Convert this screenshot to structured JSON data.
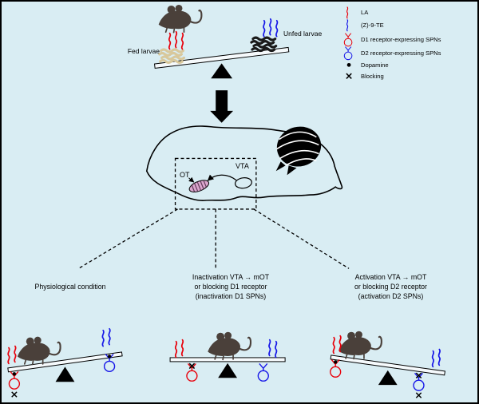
{
  "colors": {
    "background": "#d9edf3",
    "la": "#e8000b",
    "zte": "#1717e8",
    "fed": "#d8c89c",
    "unfed": "#1a1a1a",
    "ink": "#000000",
    "mouse": "#4a403a",
    "ot": "#dba6ce",
    "otStripe": "#5e3a57",
    "beam": "#f6fafc"
  },
  "legend": {
    "items": [
      {
        "icon": "la-squiggle-icon",
        "label": "LA"
      },
      {
        "icon": "zte-squiggle-icon",
        "label": "(Z)-9-TE"
      },
      {
        "icon": "d1-spn-icon",
        "label": "D1 receptor-expressing SPNs"
      },
      {
        "icon": "d2-spn-icon",
        "label": "D2 receptor-expressing SPNs"
      },
      {
        "icon": "dopamine-dot-icon",
        "label": "Dopamine"
      },
      {
        "icon": "blocking-x-icon",
        "label": "Blocking"
      }
    ]
  },
  "top_balance": {
    "fed_label": "Fed larvae",
    "unfed_label": "Unfed larvae",
    "tilt": "fed side down"
  },
  "brain": {
    "ot": "OT",
    "vta": "VTA",
    "projection": "VTA to OT arrow"
  },
  "panels": [
    {
      "title_lines": [
        "Physiological condition"
      ],
      "balance": "LA side down",
      "marks": "dopamine on D1 and D2 forks, blocking X below D1 SPN"
    },
    {
      "title_lines": [
        "Inactivation VTA → mOT",
        "or blocking D1 receptor",
        "(inactivation D1 SPNs)"
      ],
      "balance": "level",
      "marks": "blocking X on D1 receptor fork"
    },
    {
      "title_lines": [
        "Activation VTA → mOT",
        "or blocking D2 receptor",
        "(activation D2 SPNs)"
      ],
      "balance": "(Z)-9-TE side down",
      "marks": "dopamine on D1 fork, blocking X on D2 fork and below D2 SPN"
    }
  ]
}
